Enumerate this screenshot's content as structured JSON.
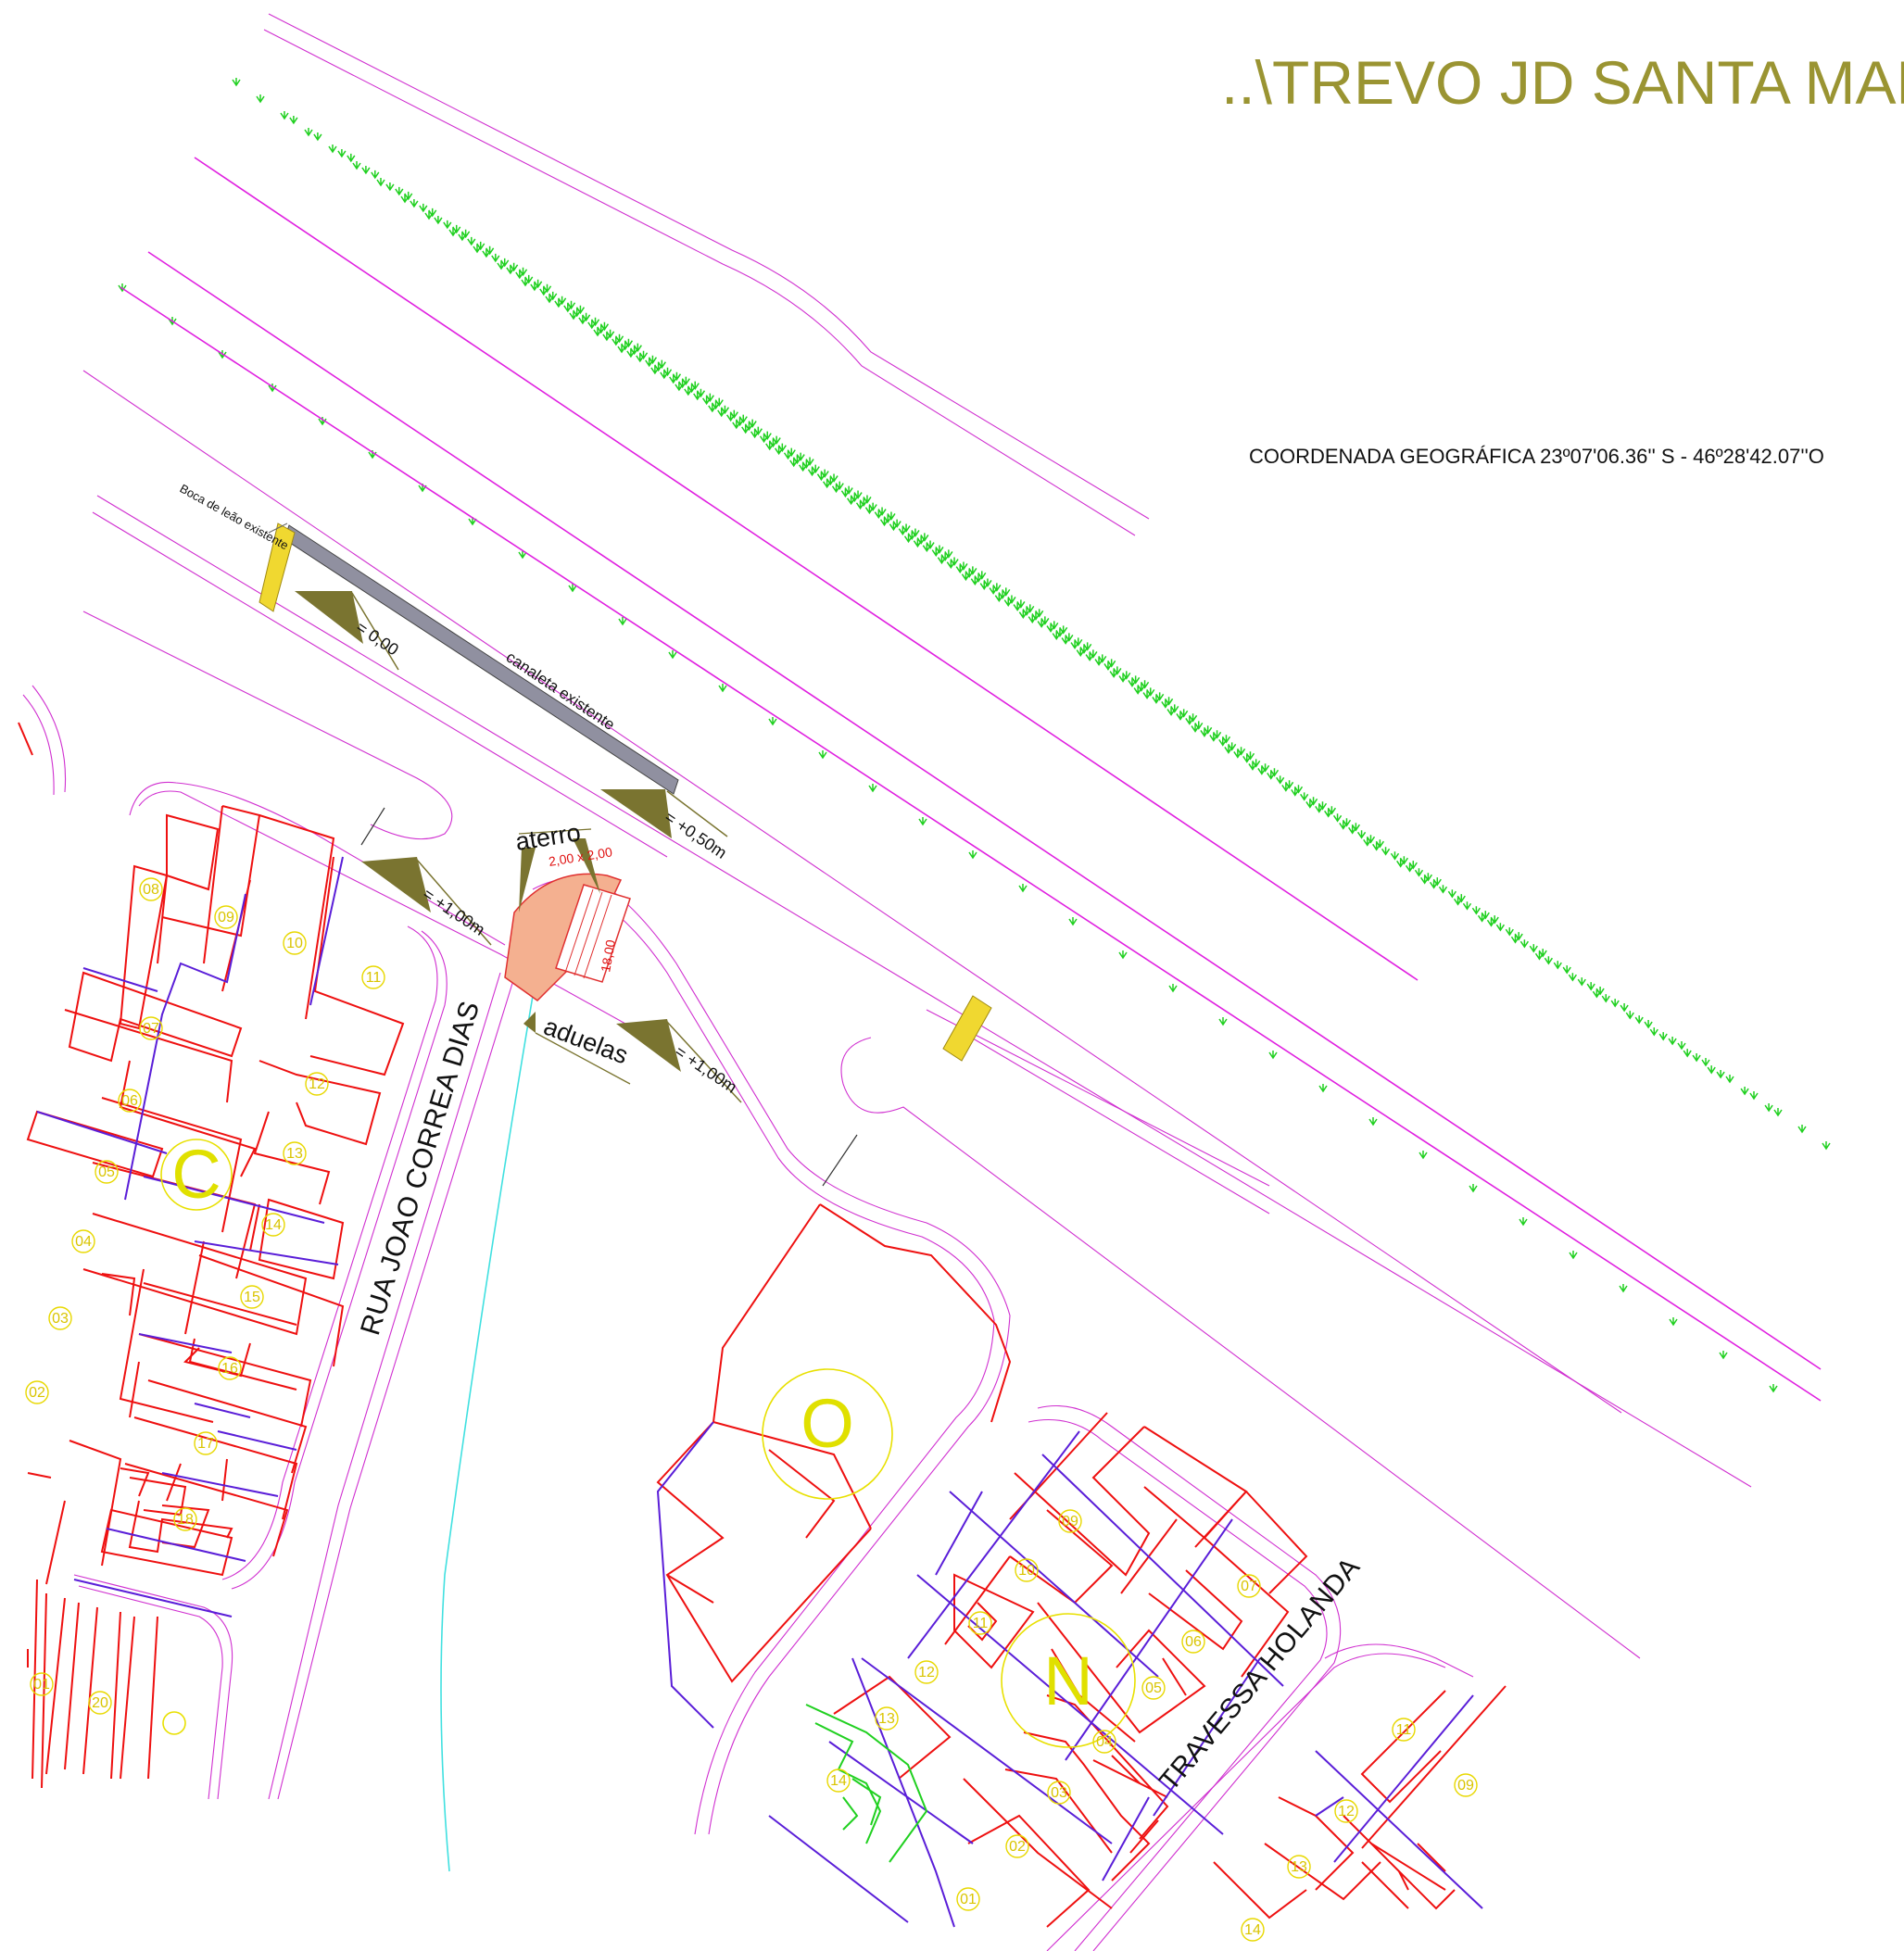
{
  "title": "..\\TREVO JD SANTA MARI",
  "coordinate": "COORDENADA GEOGRÁFICA 23º07'06.36'' S - 46º28'42.07''O",
  "streets": {
    "rua": "RUA JOAO CORREA DIAS",
    "travessa": "TRAVESSA HOLANDA"
  },
  "annotations": {
    "boca_de_leao": "Boca de leão existente",
    "canaleta": "canaleta existente",
    "aterro": "aterro",
    "aduelas": "aduelas",
    "dim_box": "2,00 x 2,00",
    "dim_length": "18,00"
  },
  "levels": [
    "= 0,00",
    "= +0,50m",
    "= +1,00m",
    "= +1,00m"
  ],
  "blocks": [
    "C",
    "O",
    "N"
  ],
  "lots": {
    "block_c": [
      "08",
      "09",
      "10",
      "11",
      "07",
      "06",
      "05",
      "04",
      "03",
      "02",
      "12",
      "13",
      "14",
      "15",
      "16",
      "17",
      "18",
      "01",
      "20"
    ],
    "block_n": [
      "09",
      "10",
      "11",
      "12",
      "13",
      "14",
      "07",
      "06",
      "05",
      "04",
      "03",
      "02",
      "01"
    ],
    "block_right": [
      "11",
      "09",
      "12",
      "13",
      "14"
    ]
  },
  "colors": {
    "road": "#e020e0",
    "lot_line": "#ee1010",
    "block_line": "#5a1ed8",
    "vegetation": "#20d020",
    "level_marker": "#7a7430",
    "label_yellow": "#e0e000",
    "stream": "#40e0e0"
  }
}
